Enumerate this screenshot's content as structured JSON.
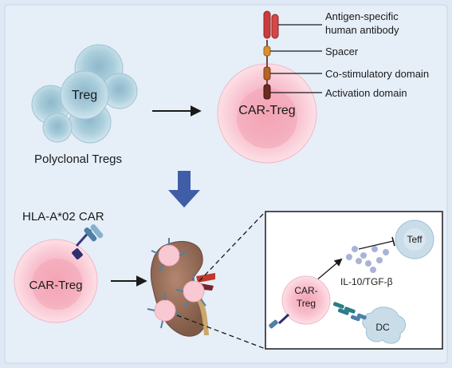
{
  "top": {
    "cell_label": "Treg",
    "group_caption": "Polyclonal Tregs",
    "car_cell_label": "CAR-Treg",
    "car_parts": {
      "antibody": [
        "Antigen-specific",
        "human antibody"
      ],
      "spacer": "Spacer",
      "costim": "Co-stimulatory domain",
      "activation": "Activation domain"
    }
  },
  "bottom": {
    "car_title": "HLA-A*02 CAR",
    "car_cell_label": "CAR-Treg",
    "inset": {
      "car_treg": [
        "CAR-",
        "Treg"
      ],
      "cytokines": "IL-10/TGF-β",
      "teff": "Teff",
      "dc": "DC"
    }
  },
  "colors": {
    "background": "#dfe9f5",
    "panel_border": "#c7d4e6",
    "treg_cell": "#bcd9e4",
    "car_cell_outer": "#fbd3db",
    "car_cell_inner": "#f3a4b4",
    "antibody_red": "#cc3b3b",
    "spacer_orange": "#d8912c",
    "kidney": "#9a6f59",
    "arrow_blue": "#3f5ea6"
  }
}
